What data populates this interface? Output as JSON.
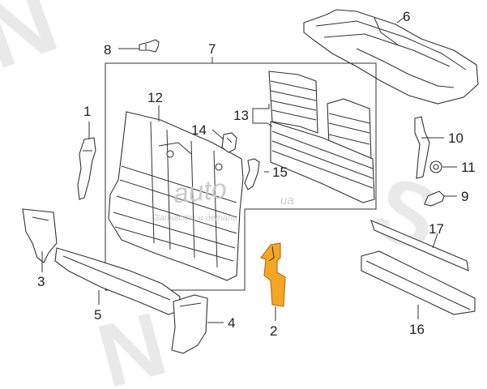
{
  "callouts": {
    "c1": "1",
    "c2": "2",
    "c3": "3",
    "c4": "4",
    "c5": "5",
    "c6": "6",
    "c7": "7",
    "c8": "8",
    "c9": "9",
    "c10": "10",
    "c11": "11",
    "c12": "12",
    "c13": "13",
    "c14": "14",
    "c15": "15",
    "c16": "16",
    "c17": "17"
  },
  "watermark": {
    "brand": "auto",
    "url": "ua",
    "tagline": "Запчасти и детали"
  },
  "colors": {
    "highlight_fill": "#f5a623",
    "highlight_stroke": "#b8741a",
    "line": "#333333",
    "watermark": "#d8d8d8"
  }
}
